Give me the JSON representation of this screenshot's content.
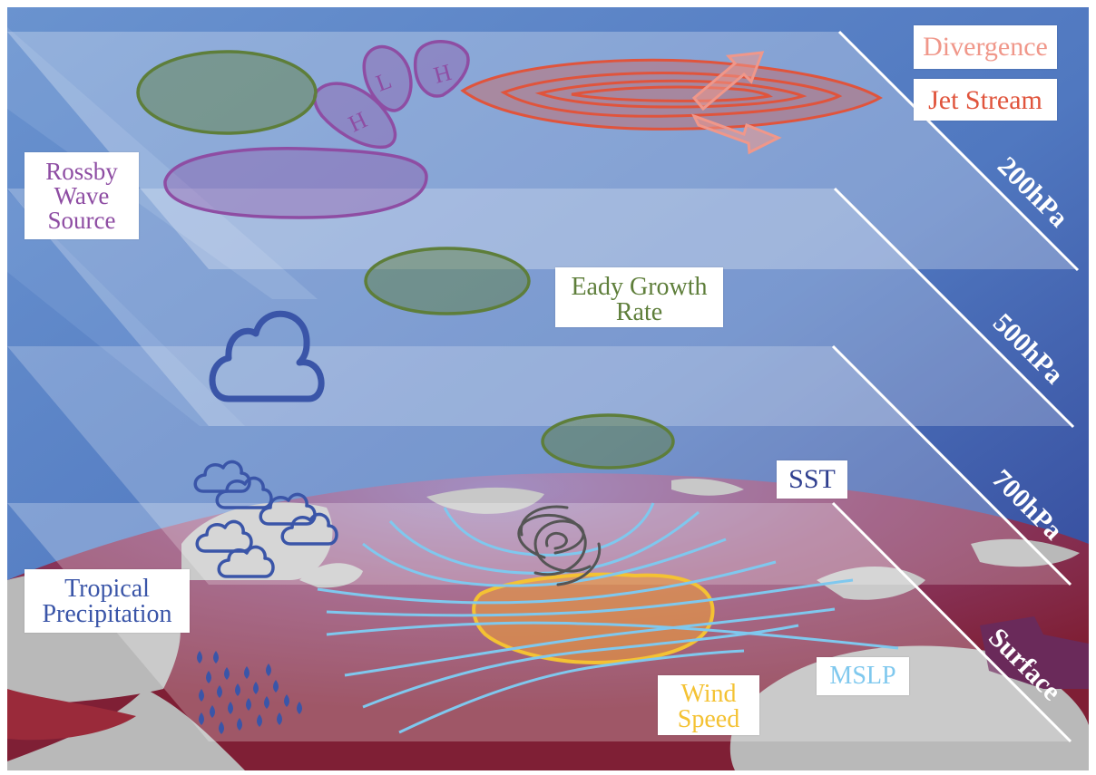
{
  "labels": {
    "divergence": "Divergence",
    "jet_stream": "Jet Stream",
    "rossby": [
      "Rossby",
      "Wave",
      "Source"
    ],
    "eady": [
      "Eady Growth",
      "Rate"
    ],
    "sst": "SST",
    "tropical": [
      "Tropical",
      "Precipitation"
    ],
    "wind_speed": [
      "Wind",
      "Speed"
    ],
    "mslp": "MSLP"
  },
  "pressure_levels": [
    "200hPa",
    "500hPa",
    "700hPa",
    "Surface"
  ],
  "pressure_symbols": [
    "H",
    "L",
    "H"
  ],
  "colors": {
    "sky_top": "#6a93cf",
    "sky_bottom": "#2e3f93",
    "ocean_warm": "#8b2a3a",
    "ocean_cool": "#8a6fb0",
    "land": "#b9b9b9",
    "divergence": "#f0978a",
    "jet_stream": "#e0543c",
    "rossby": "#8e4da3",
    "eady": "#5e7e3a",
    "sst": "#2f3f8f",
    "tropical": "#3a55a8",
    "wind_speed": "#f4c233",
    "mslp": "#7fc8ee",
    "cyclone": "#555555"
  }
}
